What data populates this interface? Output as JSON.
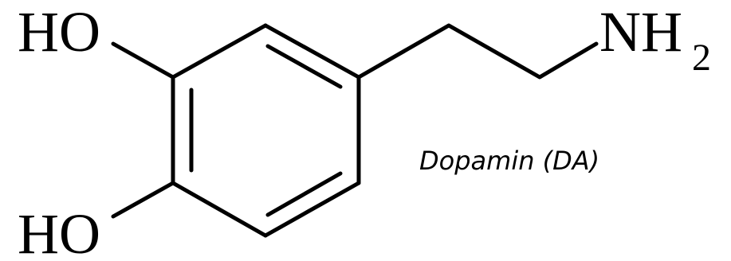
{
  "molecule": {
    "groups": {
      "hydroxyl_top": "HO",
      "hydroxyl_bottom": "HO",
      "amine": "NH",
      "amine_subscript": "2"
    },
    "caption": "Dopamin (DA)"
  },
  "colors": {
    "ink": "#000000",
    "background": "#ffffff"
  }
}
